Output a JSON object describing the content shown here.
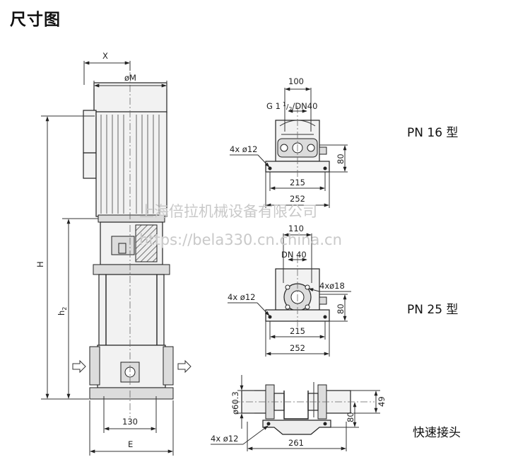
{
  "title": "尺寸图",
  "pump": {
    "dim_x": "X",
    "dim_m": "øM",
    "dim_h": "H",
    "dim_h2_main": "h",
    "dim_h2_sub": "2",
    "dim_base": "130",
    "dim_e": "E"
  },
  "pn16": {
    "label": "PN 16 型",
    "dim_100": "100",
    "conn_g": "G 1",
    "conn_frac_num": "1",
    "conn_frac_den": "2",
    "conn_dn": "/DN40",
    "holes": "4x ø12",
    "dim_80": "80",
    "dim_215": "215",
    "dim_252": "252"
  },
  "pn25": {
    "label": "PN 25 型",
    "dim_110": "110",
    "conn_dn": "DN 40",
    "holes_left": "4x ø12",
    "holes_right": "4xø18",
    "dim_80": "80",
    "dim_215": "215",
    "dim_252": "252"
  },
  "quick": {
    "label": "快速接头",
    "dim_603": "ø60.3",
    "dim_49": "49",
    "dim_80": "80",
    "holes": "4x ø12",
    "dim_261": "261"
  },
  "watermark": {
    "company": "上海倍拉机械设备有限公司",
    "url": "https://bela330.cn.china.cn"
  }
}
